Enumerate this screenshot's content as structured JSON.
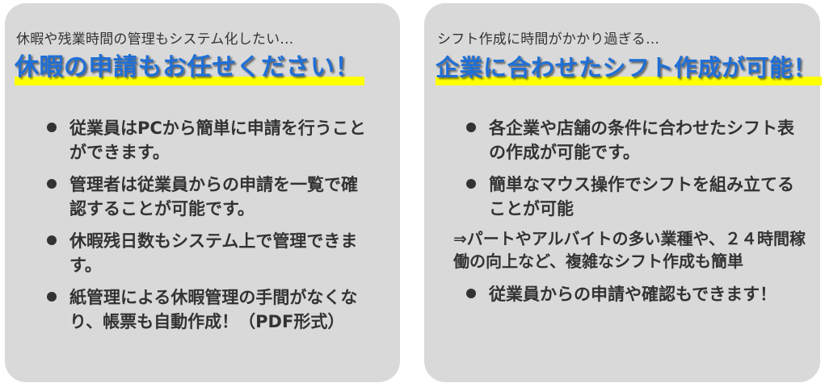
{
  "left_panel": {
    "subtitle": "休暇や残業時間の管理もシステム化したい…",
    "headline": "休暇の申請もお任せください！",
    "bullets": [
      "従業員はPCから簡単に申請を行うことができます。",
      "管理者は従業員からの申請を一覧で確認することが可能です。",
      "休暇残日数もシステム上で管理できます。",
      "紙管理による休暇管理の手間がなくなり、帳票も自動作成！（PDF形式）"
    ]
  },
  "right_panel": {
    "subtitle": "シフト作成に時間がかかり過ぎる…",
    "headline": "企業に合わせたシフト作成が可能！",
    "bullets": [
      "各企業や店舗の条件に合わせたシフト表の作成が可能です。",
      "簡単なマウス操作でシフトを組み立てることが可能"
    ],
    "note": "⇒パートやアルバイトの多い業種や、２４時間稼働の向上など、複雑なシフト作成も簡単",
    "bullets_after": [
      "従業員からの申請や確認もできます！"
    ]
  },
  "colors": {
    "panel_bg": "#d9d9d9",
    "headline": "#1f6fd6",
    "headline_underline": "#ffff00",
    "text": "#333333"
  }
}
